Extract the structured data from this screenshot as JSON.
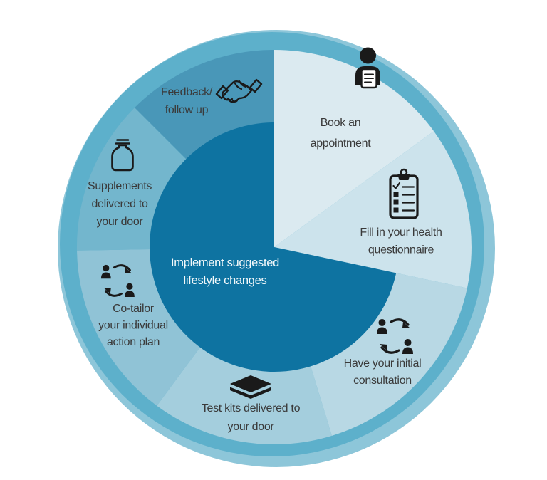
{
  "diagram": {
    "type": "process-wheel",
    "background": "#ffffff",
    "colors": {
      "outer_ring_light": "#8dc6d9",
      "ring_medium": "#5db0cb",
      "center_circle": "#0e73a1",
      "label_text": "#3a3a3a",
      "center_text": "#f4f9fb",
      "icon_black": "#1a1a1a"
    },
    "center": {
      "label": "Implement suggested lifestyle changes",
      "lines": [
        "Implement suggested",
        "lifestyle changes"
      ]
    },
    "steps": [
      {
        "label": "Book an appointment",
        "lines": [
          "Book an",
          "appointment"
        ],
        "icon": "person-document-icon",
        "color": "#dbeaf0"
      },
      {
        "label": "Fill in your health questionnaire",
        "lines": [
          "Fill in your health",
          "questionnaire"
        ],
        "icon": "clipboard-checklist-icon",
        "color": "#cce3ec"
      },
      {
        "label": "Have your initial consultation",
        "lines": [
          "Have your initial",
          "consultation"
        ],
        "icon": "people-exchange-icon",
        "color": "#b8d8e4"
      },
      {
        "label": "Test kits delivered to your door",
        "lines": [
          "Test kits delivered to",
          "your door"
        ],
        "icon": "package-box-icon",
        "color": "#a4cedd"
      },
      {
        "label": "Co-tailor your individual action plan",
        "lines": [
          "Co-tailor",
          "your individual",
          "action plan"
        ],
        "icon": "people-exchange-icon",
        "color": "#90c3d6"
      },
      {
        "label": "Supplements delivered to your door",
        "lines": [
          "Supplements",
          "delivered to",
          "your door"
        ],
        "icon": "supplement-jar-icon",
        "color": "#73b6cd"
      },
      {
        "label": "Feedback/ follow up",
        "lines": [
          "Feedback/",
          "follow up"
        ],
        "icon": "handshake-icon",
        "color": "#4997b8"
      }
    ]
  }
}
